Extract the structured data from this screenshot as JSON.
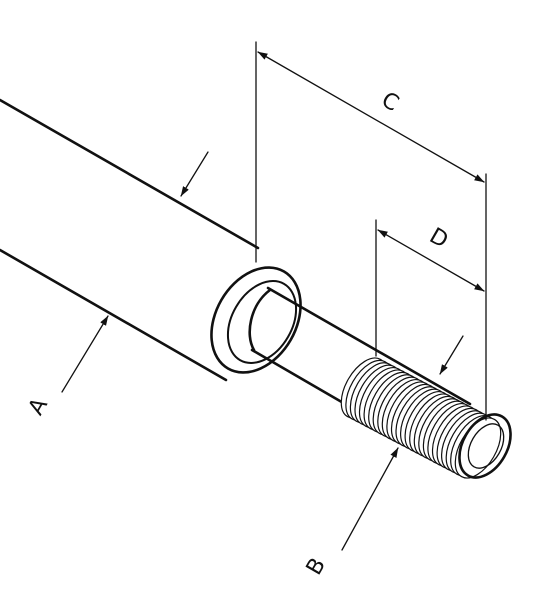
{
  "diagram": {
    "labels": {
      "a": "A",
      "b": "B",
      "c": "C",
      "d": "D"
    },
    "colors": {
      "line": "#111111",
      "background": "#ffffff"
    }
  }
}
